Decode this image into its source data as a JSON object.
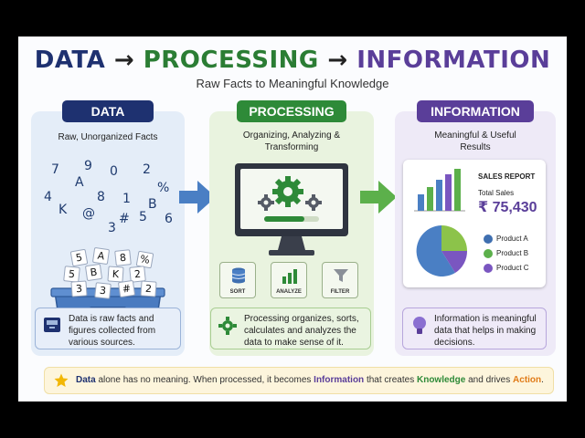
{
  "header": {
    "title_data": "DATA",
    "title_arrow": "→",
    "title_processing": "PROCESSING",
    "title_information": "INFORMATION",
    "subtitle": "Raw Facts to Meaningful Knowledge"
  },
  "columns": {
    "data": {
      "label": "DATA",
      "description": "Raw, Unorganized Facts",
      "floating_glyphs": [
        "7",
        "9",
        "0",
        "2",
        "A",
        "%",
        "4",
        "8",
        "1",
        "B",
        "K",
        "@",
        "5",
        "#",
        "6",
        "3"
      ],
      "bin_tickets": [
        "5",
        "A",
        "8",
        "%",
        "5",
        "B",
        "K",
        "2",
        "3",
        "3",
        "#",
        "2"
      ],
      "note": "Data is raw facts and figures collected from various sources.",
      "color": "#1e3170"
    },
    "processing": {
      "label": "PROCESSING",
      "description": "Organizing, Analyzing & Transforming",
      "tools": [
        "SORT",
        "ANALYZE",
        "FILTER"
      ],
      "note": "Processing organizes, sorts, calculates and analyzes the data to make sense of it.",
      "color": "#2e8a38"
    },
    "information": {
      "label": "INFORMATION",
      "description": "Meaningful & Useful Results",
      "report_title": "SALES REPORT",
      "total_label": "Total Sales",
      "total_value": "₹ 75,430",
      "legend": [
        "Product A",
        "Product B",
        "Product C"
      ],
      "note": "Information is meaningful data that helps in making decisions.",
      "color": "#5a3e99"
    }
  },
  "footer": {
    "part1": "Data",
    "part2": " alone has no meaning. When processed, it becomes ",
    "part3": "Information",
    "part4": " that creates ",
    "part5": "Knowledge",
    "part6": " and drives ",
    "part7": "Action",
    "part8": "."
  },
  "colors": {
    "data_blue": "#1e3170",
    "processing_green": "#2e8a38",
    "information_purple": "#5a3e99",
    "accent_orange": "#e07b18",
    "arrow_blue": "#4a7fc4",
    "arrow_green": "#5cb04b"
  },
  "icons": [
    "arrow-right-icon",
    "gear-icon",
    "monitor-icon",
    "database-icon",
    "bar-chart-icon",
    "filter-icon",
    "inbox-tray-icon",
    "lightbulb-icon",
    "star-icon",
    "pie-chart-icon",
    "check-icon"
  ]
}
